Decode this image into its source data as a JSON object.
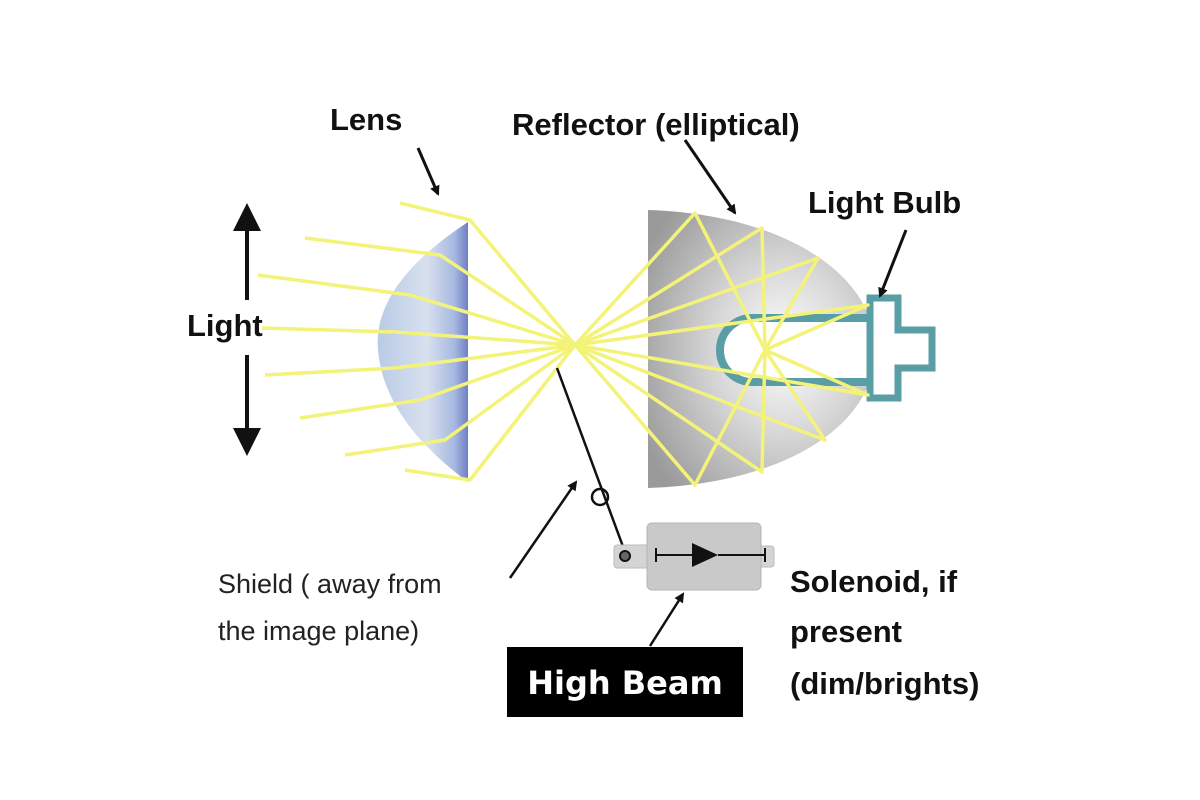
{
  "labels": {
    "lens": "Lens",
    "reflector": "Reflector (elliptical)",
    "light_bulb": "Light Bulb",
    "light": "Light",
    "shield_line1": "Shield ( away from",
    "shield_line2": "the image plane)",
    "solenoid_line1": "Solenoid, if",
    "solenoid_line2": "present",
    "solenoid_line3": "(dim/brights)",
    "high_beam": "High Beam"
  },
  "colors": {
    "ray": "#f3f37a",
    "bulb": "#5a9ea5",
    "reflector": "#a9a9a9",
    "lens": "#9fb8dc",
    "high_beam_box": "#000000"
  }
}
